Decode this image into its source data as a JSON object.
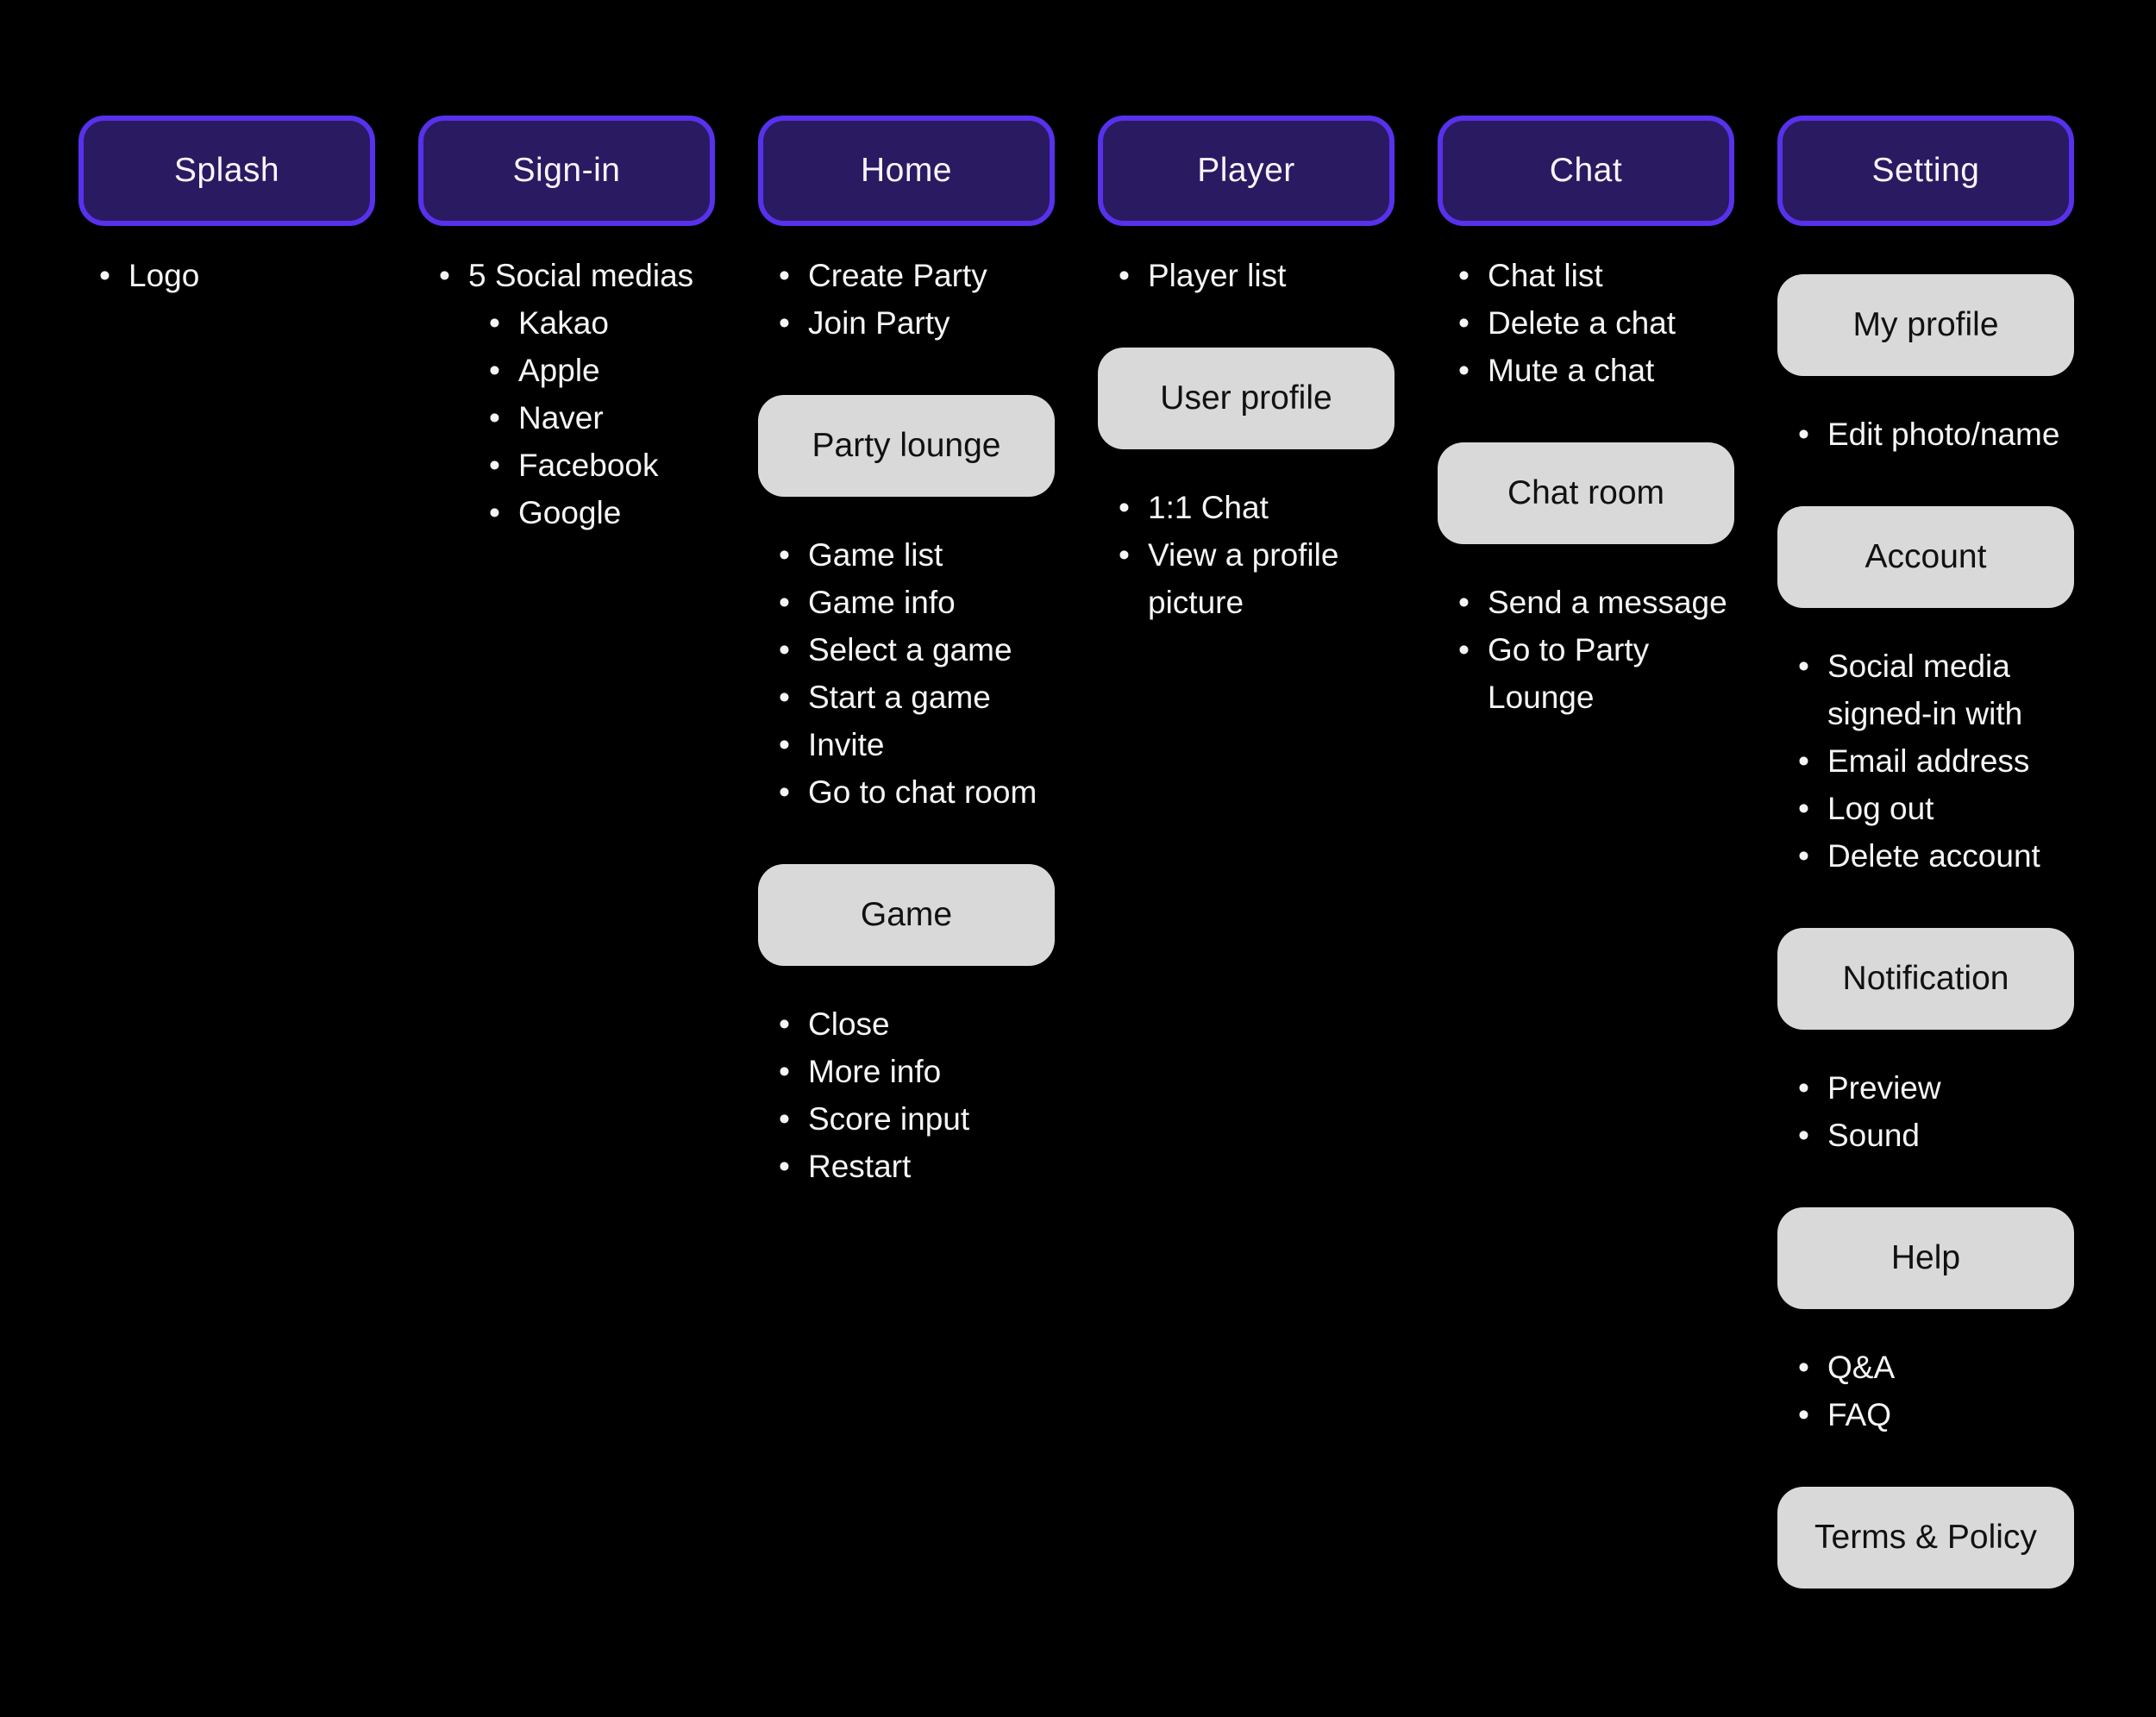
{
  "page": {
    "background": "#000000",
    "kind": "app-sitemap-diagram"
  },
  "colors": {
    "page_bg": "#000000",
    "header_fill": "#2A1A61",
    "header_border": "#5731EC",
    "header_text": "#F7F5FC",
    "section_fill": "#D9D9D9",
    "section_text": "#111111",
    "list_text": "#F5F5F5"
  },
  "glyphs": {
    "bullet": "•"
  },
  "columns": [
    {
      "id": "splash",
      "header": "Splash",
      "blocks": [
        {
          "type": "list",
          "items": [
            {
              "text": "Logo",
              "level": 0
            }
          ]
        }
      ]
    },
    {
      "id": "sign-in",
      "header": "Sign-in",
      "blocks": [
        {
          "type": "list",
          "items": [
            {
              "text": "5 Social medias",
              "level": 0
            },
            {
              "text": "Kakao",
              "level": 1
            },
            {
              "text": "Apple",
              "level": 1
            },
            {
              "text": "Naver",
              "level": 1
            },
            {
              "text": "Facebook",
              "level": 1
            },
            {
              "text": "Google",
              "level": 1
            }
          ]
        }
      ]
    },
    {
      "id": "home",
      "header": "Home",
      "blocks": [
        {
          "type": "list",
          "items": [
            {
              "text": "Create Party",
              "level": 0
            },
            {
              "text": "Join Party",
              "level": 0
            }
          ]
        },
        {
          "type": "section",
          "label": "Party lounge"
        },
        {
          "type": "list",
          "items": [
            {
              "text": "Game list",
              "level": 0
            },
            {
              "text": "Game info",
              "level": 0
            },
            {
              "text": "Select a game",
              "level": 0
            },
            {
              "text": "Start a game",
              "level": 0
            },
            {
              "text": "Invite",
              "level": 0
            },
            {
              "text": "Go to chat room",
              "level": 0
            }
          ]
        },
        {
          "type": "section",
          "label": "Game"
        },
        {
          "type": "list",
          "items": [
            {
              "text": "Close",
              "level": 0
            },
            {
              "text": "More info",
              "level": 0
            },
            {
              "text": "Score input",
              "level": 0
            },
            {
              "text": "Restart",
              "level": 0
            }
          ]
        }
      ]
    },
    {
      "id": "player",
      "header": "Player",
      "blocks": [
        {
          "type": "list",
          "items": [
            {
              "text": "Player list",
              "level": 0
            }
          ]
        },
        {
          "type": "section",
          "label": "User profile"
        },
        {
          "type": "list",
          "items": [
            {
              "text": "1:1 Chat",
              "level": 0
            },
            {
              "text": "View a profile\npicture",
              "level": 0
            }
          ]
        }
      ]
    },
    {
      "id": "chat",
      "header": "Chat",
      "blocks": [
        {
          "type": "list",
          "items": [
            {
              "text": "Chat list",
              "level": 0
            },
            {
              "text": "Delete a chat",
              "level": 0
            },
            {
              "text": "Mute a chat",
              "level": 0
            }
          ]
        },
        {
          "type": "section",
          "label": "Chat room"
        },
        {
          "type": "list",
          "items": [
            {
              "text": "Send a message",
              "level": 0
            },
            {
              "text": "Go to Party\nLounge",
              "level": 0
            }
          ]
        }
      ]
    },
    {
      "id": "setting",
      "header": "Setting",
      "blocks": [
        {
          "type": "section",
          "label": "My profile"
        },
        {
          "type": "list",
          "items": [
            {
              "text": "Edit photo/name",
              "level": 0
            }
          ]
        },
        {
          "type": "section",
          "label": "Account"
        },
        {
          "type": "list",
          "items": [
            {
              "text": "Social media\nsigned-in with",
              "level": 0
            },
            {
              "text": "Email address",
              "level": 0
            },
            {
              "text": "Log out",
              "level": 0
            },
            {
              "text": "Delete account",
              "level": 0
            }
          ]
        },
        {
          "type": "section",
          "label": "Notification"
        },
        {
          "type": "list",
          "items": [
            {
              "text": "Preview",
              "level": 0
            },
            {
              "text": "Sound",
              "level": 0
            }
          ]
        },
        {
          "type": "section",
          "label": "Help"
        },
        {
          "type": "list",
          "items": [
            {
              "text": "Q&A",
              "level": 0
            },
            {
              "text": "FAQ",
              "level": 0
            }
          ]
        },
        {
          "type": "section",
          "label": "Terms & Policy"
        }
      ]
    }
  ]
}
